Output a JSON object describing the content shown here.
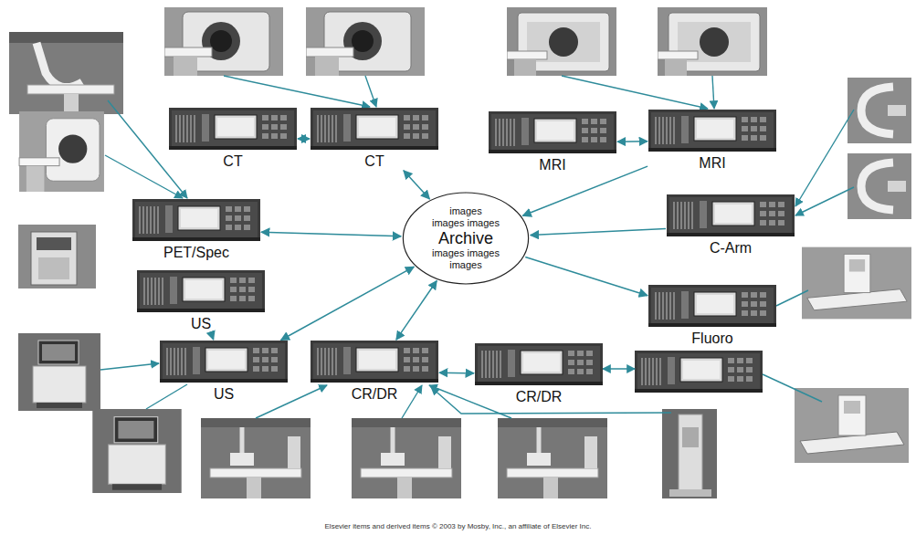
{
  "diagram": {
    "nodes": [
      {
        "text": [
          "CT"
        ]
      },
      {
        "text": [
          "CT"
        ]
      },
      {
        "text": [
          "MRI"
        ]
      },
      {
        "text": [
          "MRI"
        ]
      },
      {
        "text": [
          "PET/Spec"
        ]
      },
      {
        "text": [
          "images",
          "images images",
          "Archive",
          "images images",
          "images"
        ]
      },
      {
        "text": [
          "C-Arm"
        ]
      },
      {
        "text": [
          "US"
        ]
      },
      {
        "text": [
          "Fluoro"
        ]
      },
      {
        "text": [
          "US"
        ]
      },
      {
        "text": [
          "CR/DR"
        ]
      },
      {
        "text": [
          "CR/DR"
        ]
      }
    ],
    "edges": [
      {
        "from": 0,
        "to": 1,
        "arrow": "both"
      },
      {
        "from": 2,
        "to": 3,
        "arrow": "both"
      },
      {
        "from": 1,
        "to": 5,
        "arrow": "both"
      },
      {
        "from": 3,
        "to": 5,
        "arrow": "to"
      },
      {
        "from": 4,
        "to": 5,
        "arrow": "both"
      },
      {
        "from": 6,
        "to": 5,
        "arrow": "to"
      },
      {
        "from": 5,
        "to": 8,
        "arrow": "to"
      },
      {
        "from": 7,
        "to": 9,
        "arrow": "to"
      },
      {
        "from": 5,
        "to": 9,
        "arrow": "both"
      },
      {
        "from": 5,
        "to": 10,
        "arrow": "both"
      },
      {
        "from": 10,
        "to": 11,
        "arrow": "both"
      }
    ],
    "labels": [
      "Elsevier items and derived items © 2003 by Mosby, Inc., an affiliate of Elsevier Inc."
    ]
  }
}
